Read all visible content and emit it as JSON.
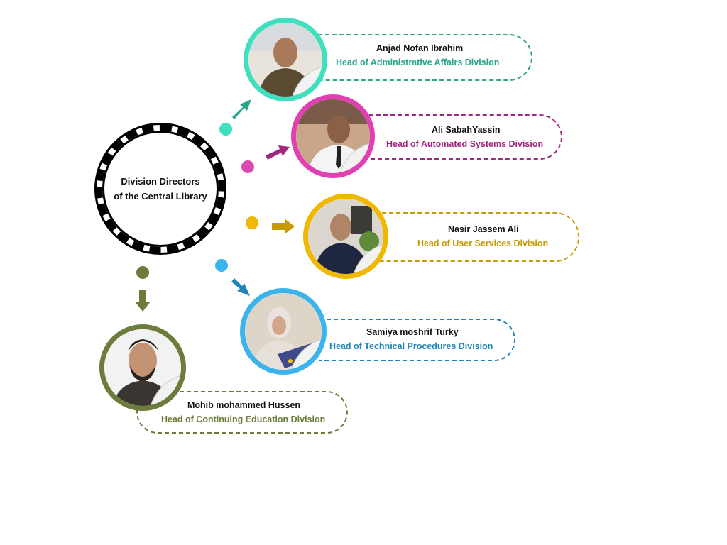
{
  "center": {
    "line1": "Division Directors",
    "line2": "of the Central Library"
  },
  "colors": {
    "administrative": "#2aa58b",
    "automated": "#a0287c",
    "user_services": "#c69a06",
    "technical": "#1f86b5",
    "continuing": "#6b7c3b"
  },
  "directors": [
    {
      "name": "Anjad Nofan Ibrahim",
      "role": "Head of Administrative Affairs Division",
      "icon": "person-photo"
    },
    {
      "name": "Ali SabahYassin",
      "role": "Head of Automated Systems Division",
      "icon": "person-photo"
    },
    {
      "name": "Nasir Jassem Ali",
      "role": "Head of User Services Division",
      "icon": "person-photo"
    },
    {
      "name": "Samiya moshrif Turky",
      "role": "Head of Technical Procedures Division",
      "icon": "person-photo"
    },
    {
      "name": "Mohib mohammed Hussen",
      "role": "Head of Continuing Education Division",
      "icon": "person-photo"
    }
  ]
}
